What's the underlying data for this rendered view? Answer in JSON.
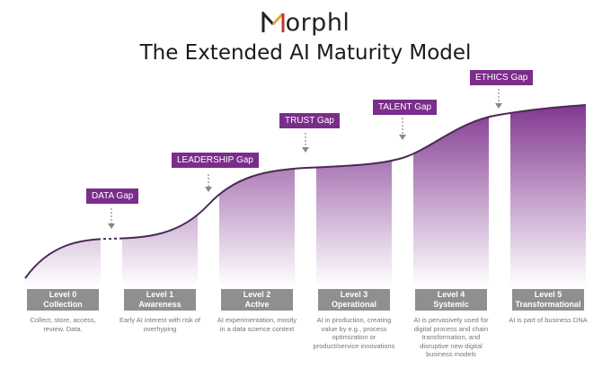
{
  "logo": {
    "text": "orphl"
  },
  "title": "The Extended AI Maturity Model",
  "gaps": [
    {
      "label": "DATA Gap"
    },
    {
      "label": "LEADERSHIP Gap"
    },
    {
      "label": "TRUST Gap"
    },
    {
      "label": "TALENT Gap"
    },
    {
      "label": "ETHICS Gap"
    }
  ],
  "levels": [
    {
      "name": "Level 0",
      "stage": "Collection",
      "desc": "Collect, store, access, review. Data."
    },
    {
      "name": "Level 1",
      "stage": "Awareness",
      "desc": "Early AI interest with risk of overhyping"
    },
    {
      "name": "Level 2",
      "stage": "Active",
      "desc": "AI experimentation, mostly in a data science context"
    },
    {
      "name": "Level 3",
      "stage": "Operational",
      "desc": "AI in production, creating value by e.g., process optimization or product/service innovations"
    },
    {
      "name": "Level 4",
      "stage": "Systemic",
      "desc": "AI is pervasively used for digital process and chain transformation, and disruptive new digital business models"
    },
    {
      "name": "Level 5",
      "stage": "Transformational",
      "desc": "AI is part of business DNA"
    }
  ],
  "colors": {
    "accent": "#7b2d8b",
    "level_box": "#8f8f8f",
    "curve": "#4a2a55"
  }
}
